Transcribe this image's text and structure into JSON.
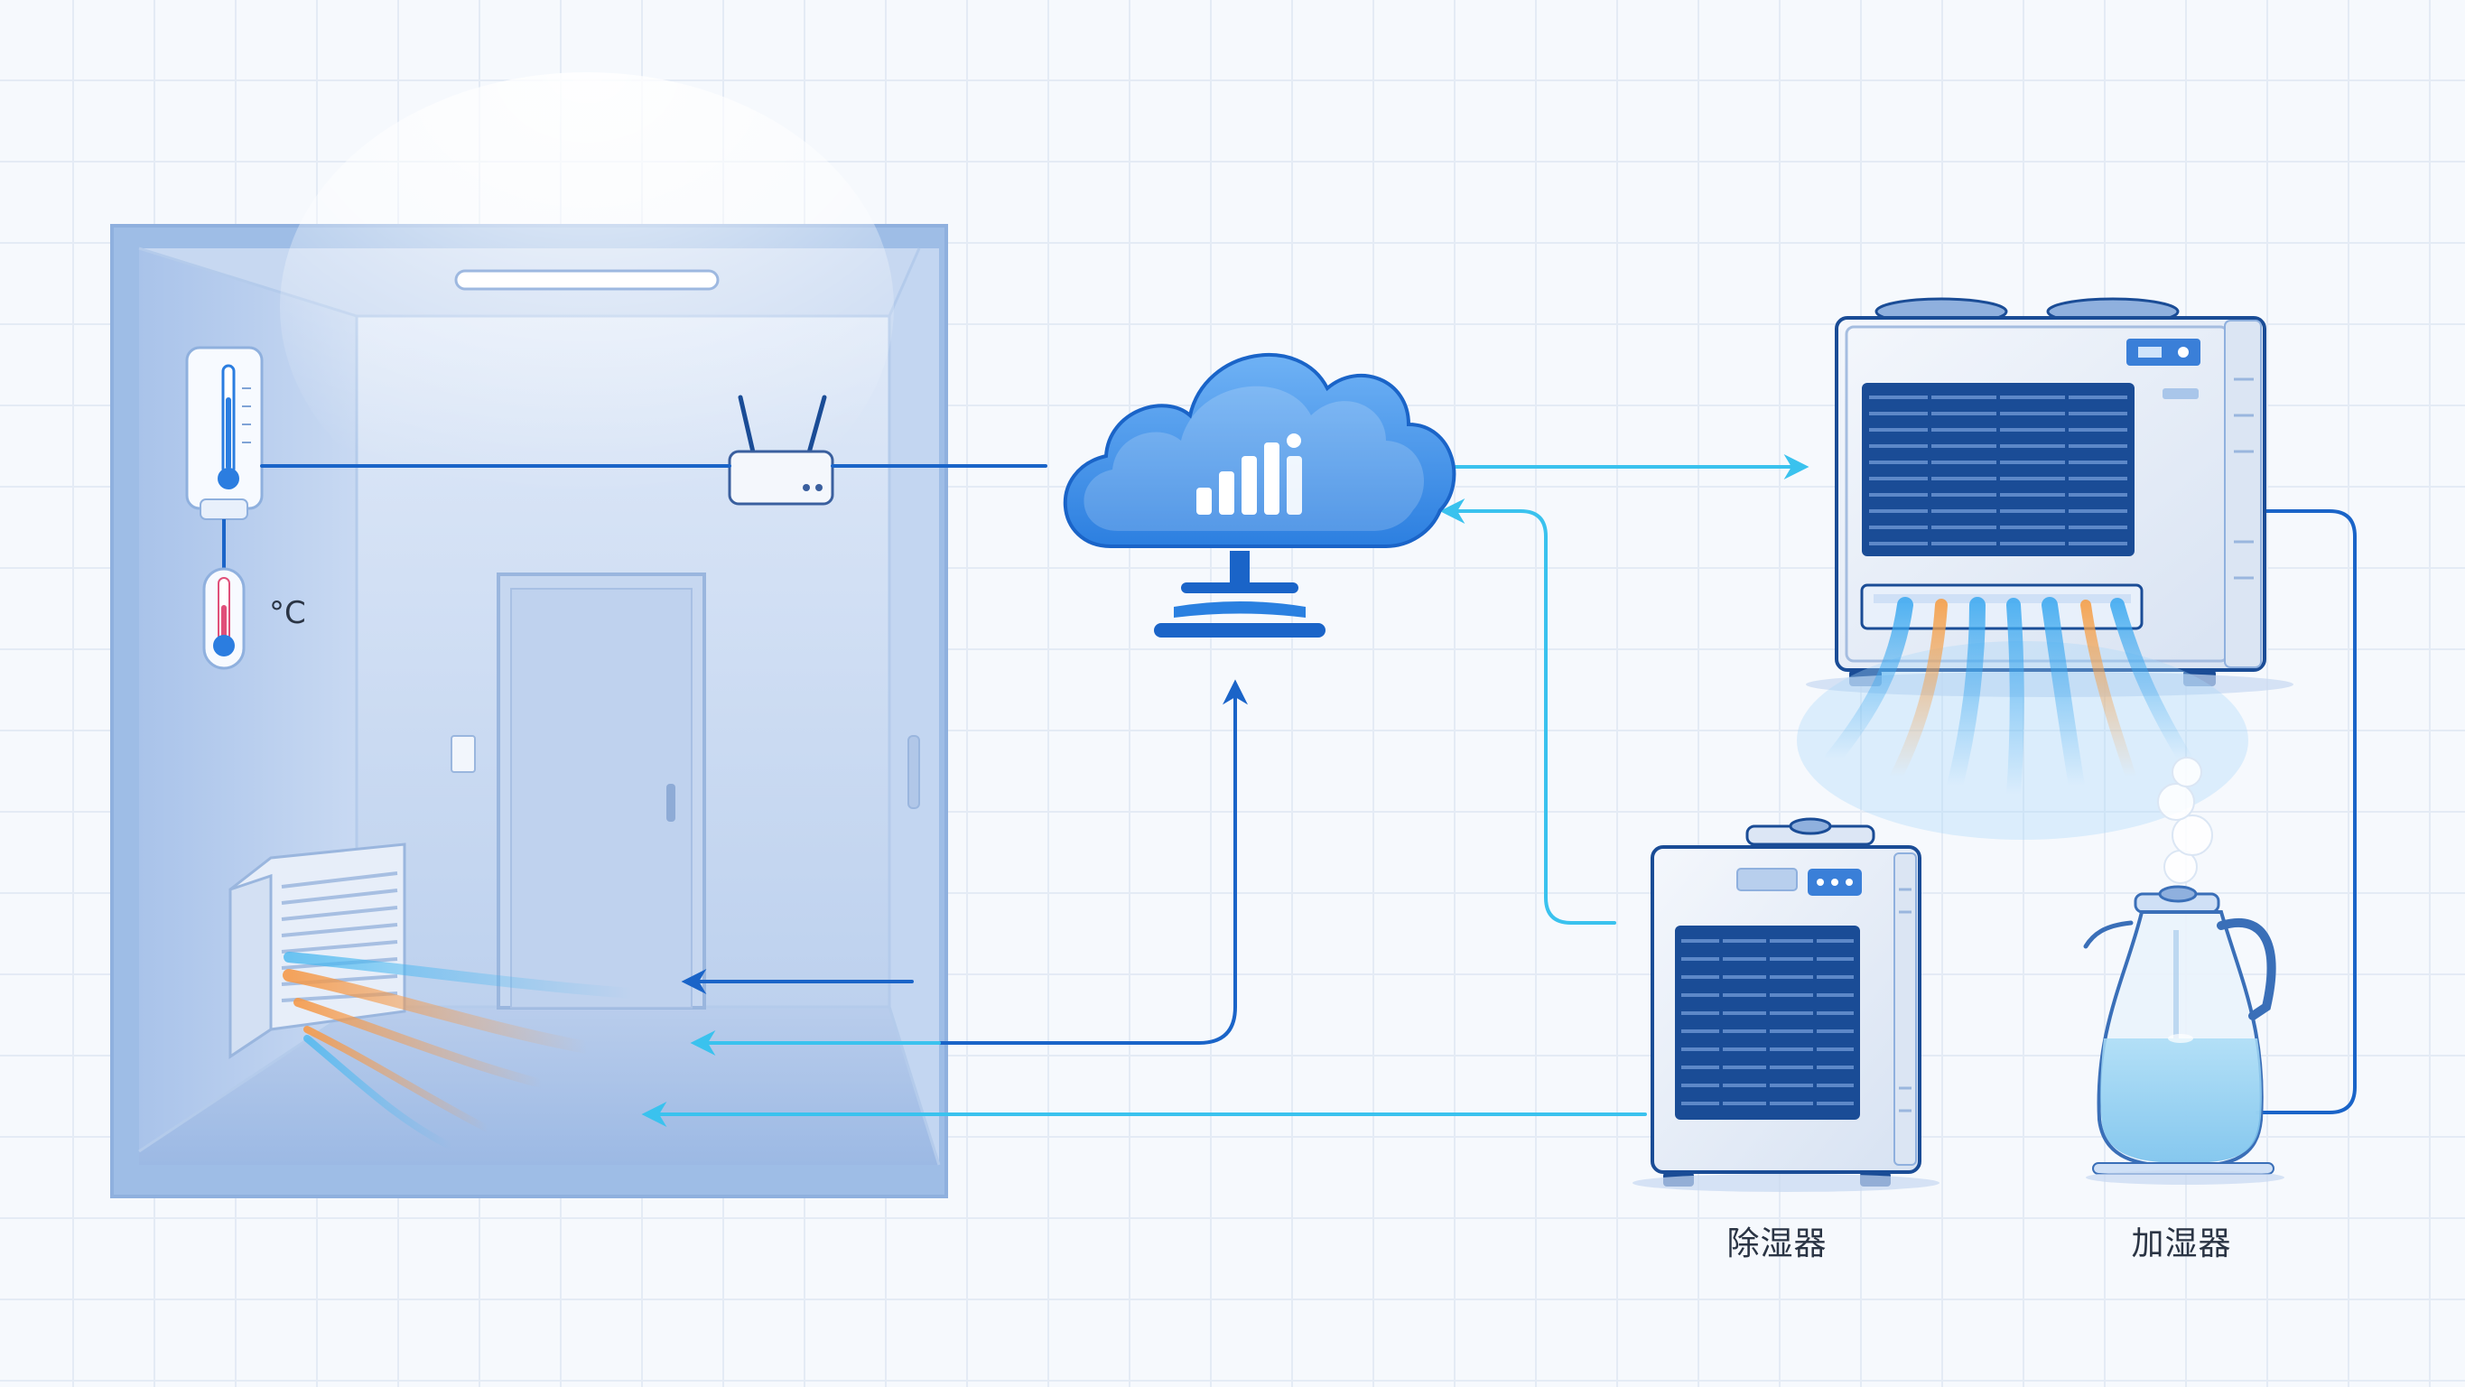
{
  "labels": {
    "dehumidifier": "除湿器",
    "humidifier": "加湿器",
    "sensor_unit": "°C"
  },
  "colors": {
    "background": "#f6f9fd",
    "grid": "#e4ebf5",
    "room_frame": "#8fb0de",
    "link_dark": "#1a64c8",
    "link_light": "#3ac2ee",
    "cloud": "#4a96e8",
    "airflow_warm": "#f59a4a",
    "airflow_cool": "#4ab8f0"
  },
  "icons": {
    "cloud": "cloud-icon",
    "signal": "signal-bars-icon",
    "router": "wifi-router-icon",
    "sensor": "thermo-hygrometer-icon",
    "thermometer": "thermometer-icon",
    "ac": "air-conditioner-icon",
    "dehumidifier": "dehumidifier-icon",
    "humidifier": "humidifier-kettle-icon",
    "vent": "wall-vent-icon"
  }
}
